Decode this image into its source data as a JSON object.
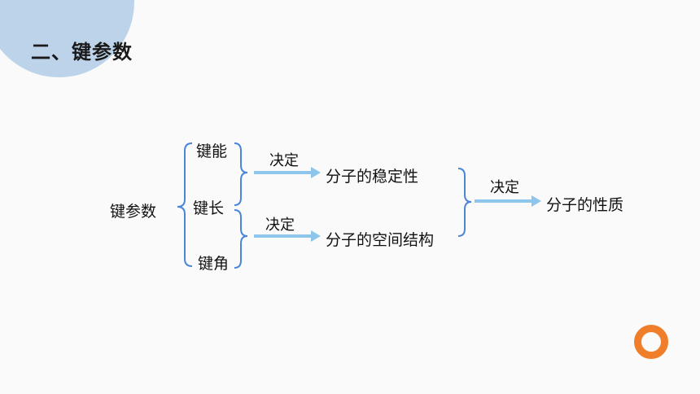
{
  "title": "二、键参数",
  "diagram": {
    "root": "键参数",
    "params": [
      "键能",
      "键长",
      "键角"
    ],
    "arrow_label_1": "决定",
    "result_1": "分子的稳定性",
    "arrow_label_2": "决定",
    "result_2": "分子的空间结构",
    "arrow_label_3": "决定",
    "final": "分子的性质"
  },
  "colors": {
    "bracket": "#4a86d8",
    "arrow": "#8ec5eb",
    "accent_circle": "#bcd3ea",
    "ring": "#f07d2a"
  }
}
